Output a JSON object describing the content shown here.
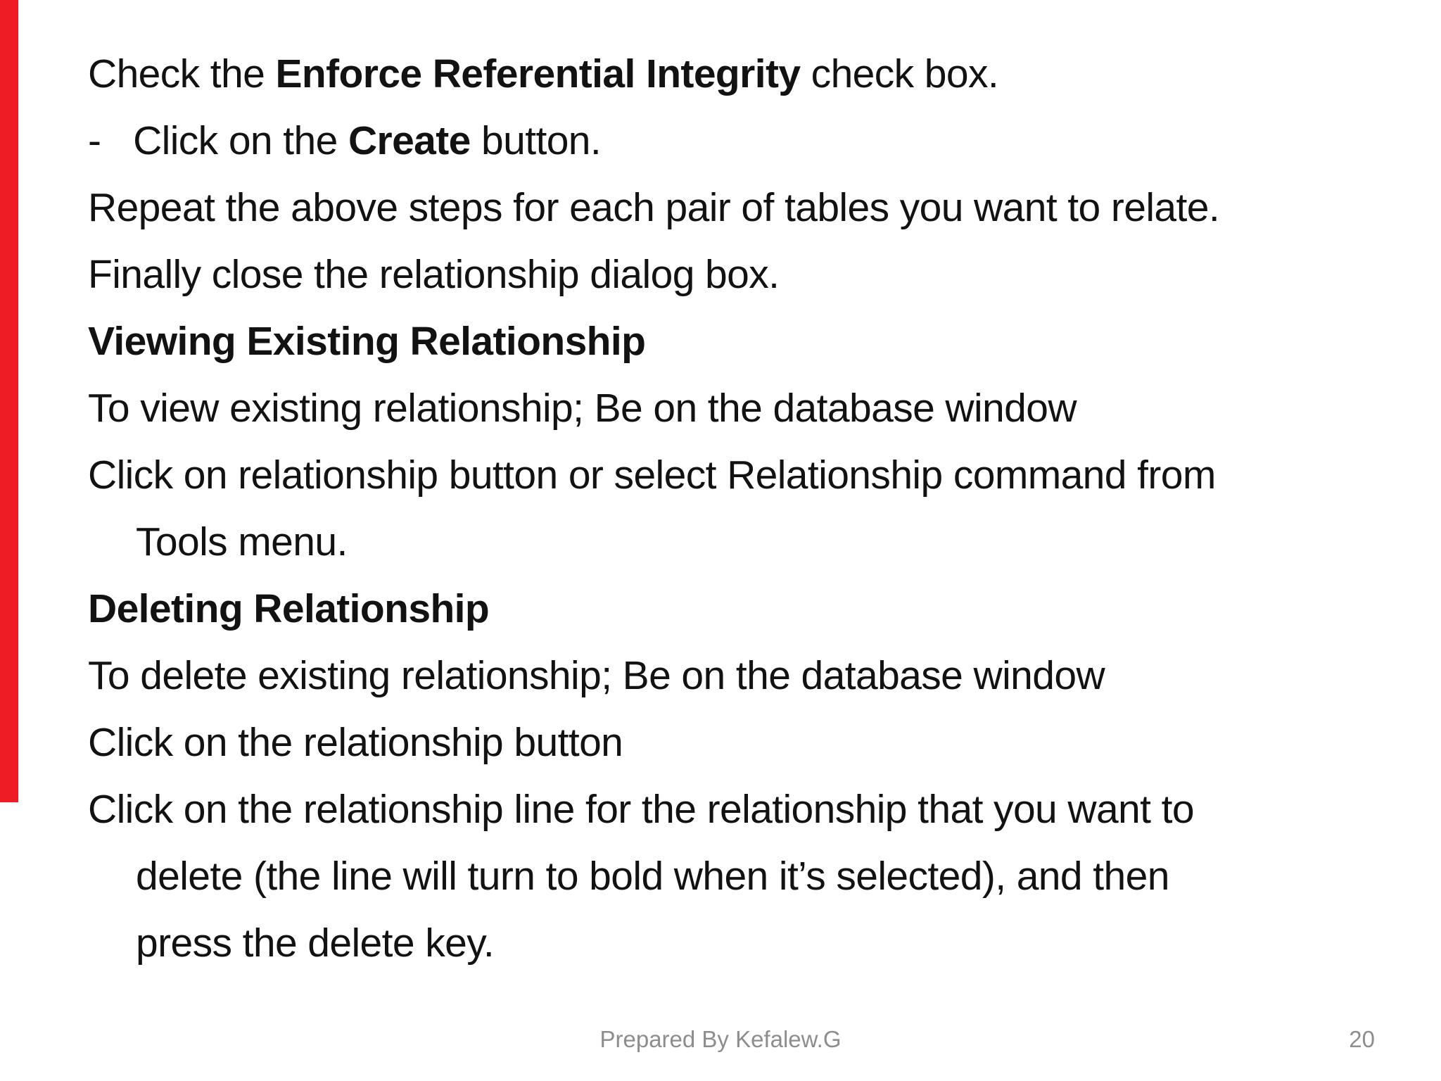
{
  "slide": {
    "background_color": "#ffffff",
    "accent_bar_color": "#ee1c25",
    "text_color": "#121212",
    "footer_color": "#8d8d8d",
    "lines": [
      {
        "indent": 0,
        "segments": [
          {
            "t": "Check the ",
            "b": false
          },
          {
            "t": "Enforce Referential Integrity",
            "b": true
          },
          {
            "t": " check box.",
            "b": false
          }
        ]
      },
      {
        "indent": 0,
        "segments": [
          {
            "t": "-   Click on the ",
            "b": false
          },
          {
            "t": "Create",
            "b": true
          },
          {
            "t": " button.",
            "b": false
          }
        ]
      },
      {
        "indent": 0,
        "segments": [
          {
            "t": "Repeat the above steps for each pair of tables you want to relate.",
            "b": false
          }
        ]
      },
      {
        "indent": 0,
        "segments": [
          {
            "t": "Finally close the relationship dialog box.",
            "b": false
          }
        ]
      },
      {
        "indent": 0,
        "segments": [
          {
            "t": "Viewing Existing Relationship",
            "b": true
          }
        ]
      },
      {
        "indent": 0,
        "segments": [
          {
            "t": "To view existing relationship; Be on the database window",
            "b": false
          }
        ]
      },
      {
        "indent": 0,
        "segments": [
          {
            "t": "Click on relationship button or select Relationship command from",
            "b": false
          }
        ]
      },
      {
        "indent": 1,
        "segments": [
          {
            "t": "Tools menu.",
            "b": false
          }
        ]
      },
      {
        "indent": 0,
        "segments": [
          {
            "t": "Deleting Relationship",
            "b": true
          }
        ]
      },
      {
        "indent": 0,
        "segments": [
          {
            "t": "To delete existing relationship; Be on the database window",
            "b": false
          }
        ]
      },
      {
        "indent": 0,
        "segments": [
          {
            "t": "Click on the relationship button",
            "b": false
          }
        ]
      },
      {
        "indent": 0,
        "segments": [
          {
            "t": "Click on the relationship line for the relationship that you want to",
            "b": false
          }
        ]
      },
      {
        "indent": 1,
        "segments": [
          {
            "t": "delete (the line will turn to bold when it’s selected), and then",
            "b": false
          }
        ]
      },
      {
        "indent": 1,
        "segments": [
          {
            "t": "press the delete key.",
            "b": false
          }
        ]
      }
    ],
    "footer": {
      "prepared_by": "Prepared By Kefalew.G",
      "page_number": "20"
    }
  }
}
